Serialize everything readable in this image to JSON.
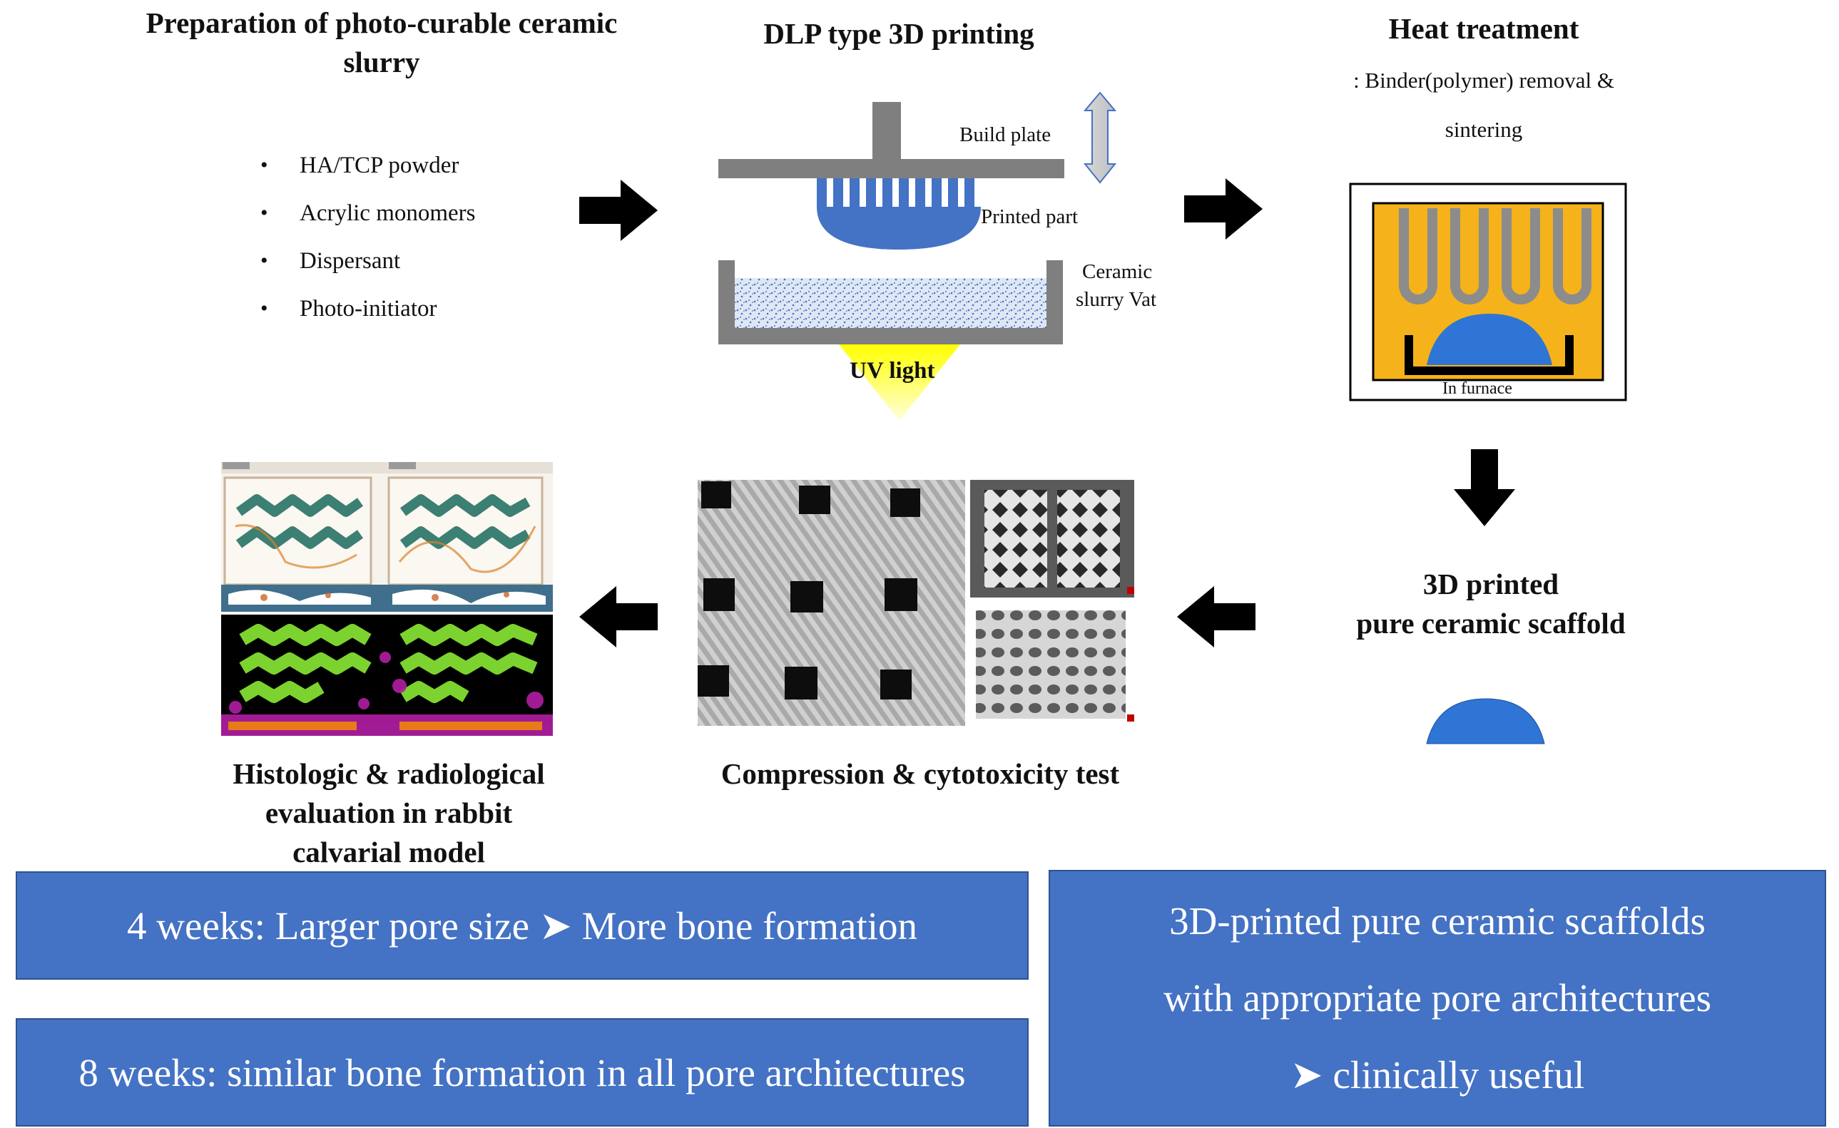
{
  "step1": {
    "title": "Preparation of photo-curable ceramic slurry",
    "ingredients": [
      "HA/TCP powder",
      "Acrylic monomers",
      "Dispersant",
      "Photo-initiator"
    ]
  },
  "step2": {
    "title": "DLP type 3D printing",
    "build_plate": "Build plate",
    "printed_part": "Printed part",
    "vat_line1": "Ceramic",
    "vat_line2": "slurry Vat",
    "uv": "UV light"
  },
  "step3": {
    "title": "Heat treatment",
    "sub1": ": Binder(polymer) removal &",
    "sub2": "sintering",
    "furnace": "In furnace"
  },
  "step4": {
    "line1": "3D printed",
    "line2": "pure ceramic scaffold"
  },
  "step5": {
    "title": "Compression & cytotoxicity test"
  },
  "step6": {
    "line1": "Histologic & radiological",
    "line2": "evaluation in rabbit",
    "line3": "calvarial model"
  },
  "results": {
    "box1": "4 weeks: Larger pore size ➤ More bone formation",
    "box2": "8 weeks: similar bone formation in all pore architectures",
    "box3_line1": "3D-printed pure ceramic scaffolds",
    "box3_line2": "with appropriate pore architectures",
    "box3_line3": "➤ clinically useful"
  },
  "colors": {
    "accent_blue": "#4472c4",
    "part_blue": "#4472c4",
    "furnace_yellow": "#f5b21a",
    "heater_gray": "#8c8c8c",
    "uv_yellow": "#ffff00"
  }
}
